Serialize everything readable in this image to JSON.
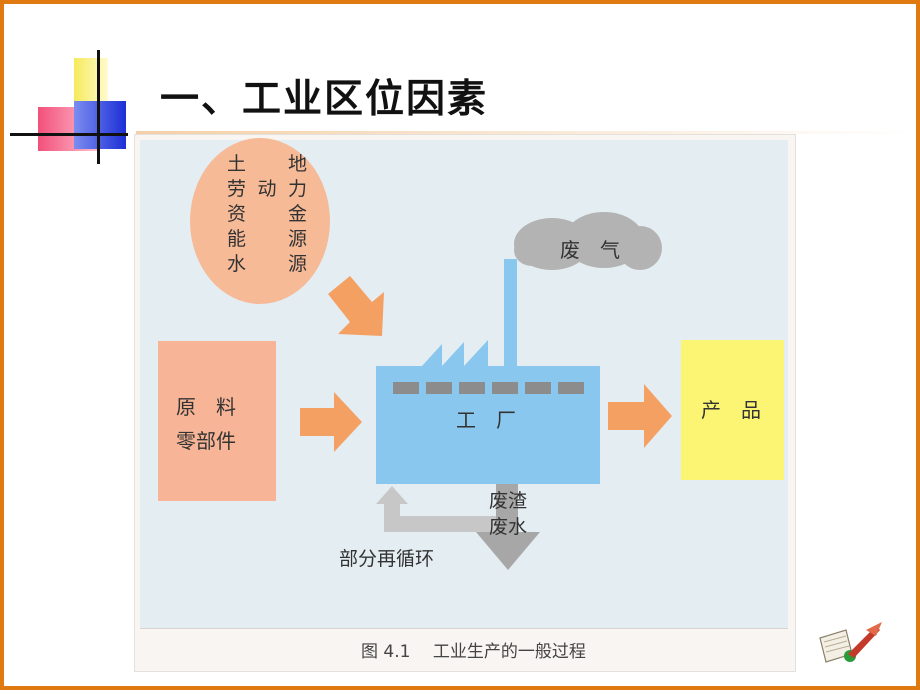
{
  "slide": {
    "title": "一、工业区位因素"
  },
  "figure": {
    "resources": [
      "土　地",
      "劳动力",
      "资　金",
      "能　源",
      "水　源"
    ],
    "raw_materials": [
      "原　料",
      "零部件"
    ],
    "factory_label": "工　厂",
    "exhaust_label": "废　气",
    "product_label": "产　品",
    "waste_labels": [
      "废渣",
      "废水"
    ],
    "recycle_label": "部分再循环",
    "caption": "图 4.1　 工业生产的一般过程",
    "colors": {
      "factory": "#89c7ee",
      "resource_circle": "#f7ba97",
      "raw_box": "#f7b496",
      "product_box": "#fbf573",
      "arrow": "#f5a063",
      "smoke": "#b3b3b3",
      "waste_arrow": "#a7a7a7",
      "border": "#e07a10"
    }
  },
  "icons": {
    "quill": "quill-scroll-icon"
  }
}
